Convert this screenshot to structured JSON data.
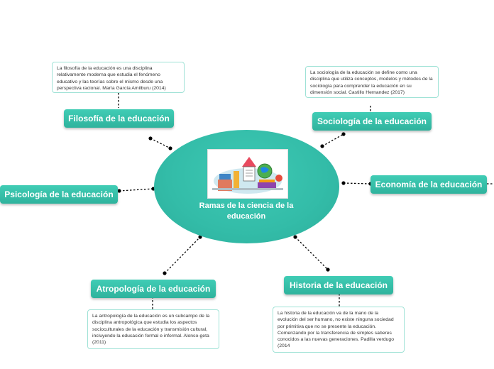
{
  "colors": {
    "topic": "#33bca8",
    "central": "#33bca8",
    "note_border": "#9fe2d6",
    "connector": "#000000"
  },
  "central": {
    "title": "Ramas de la ciencia de  la educación",
    "image": "education-illustration-icon"
  },
  "topics": {
    "filosofia": "Filosofía de la educación",
    "sociologia": "Sociología de la educación",
    "psicologia": "Psicología de la educación",
    "economia": "Economía de la educación",
    "antropologia": "Atropología de la educación",
    "historia": "Historia de la educación"
  },
  "notes": {
    "filosofia": "La filosofía de la educación es una disciplina relativamente moderna que estudia el fenómeno educativo y las teorías sobre el mismo desde una perspectiva racional. María García Amilburu (2014)",
    "sociologia": "La sociología de la educación se define como una disciplina que utiliza conceptos, modelos y métodos de la sociología para comprender la educación en su dimensión social. Castillo Hernandez (2017)",
    "antropologia": "La antropología de la educación es un subcampo de la disciplina antropológica que estudia los aspectos socioculturales de la educación y transmisión cultural, incluyendo la educación formal e informal. Alonso-geta (2011)",
    "historia": "La historia de la educación va de la mano de la evolución del ser humano, no existe ninguna sociedad por primitiva que no se presente la educación. Comenzando por la transferencia de simples saberes conocidos a las nuevas generaciones. Padilla verdugo (2014"
  }
}
